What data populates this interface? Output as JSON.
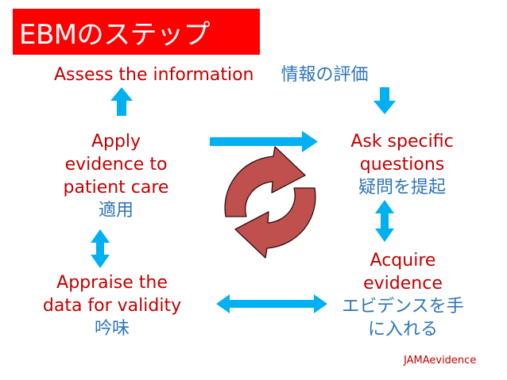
{
  "title": "EBMのステップ",
  "steps": {
    "assess": {
      "en": "Assess the information",
      "ja": "情報の評価"
    },
    "ask": {
      "en_line1": "Ask specific",
      "en_line2": "questions",
      "ja": "疑問を提起"
    },
    "acquire": {
      "en_line1": "Acquire",
      "en_line2": "evidence",
      "ja_line1": "エビデンスを手",
      "ja_line2": "に入れる"
    },
    "appraise": {
      "en_line1": "Appraise the",
      "en_line2": "data for validity",
      "ja": "吟味"
    },
    "apply": {
      "en_line1": "Apply",
      "en_line2": "evidence to",
      "en_line3": "patient care",
      "ja": "適用"
    }
  },
  "credit": "JAMAevidence",
  "colors": {
    "title_bg": "#ff0000",
    "english_text": "#c00000",
    "japanese_text": "#2e75b6",
    "arrow": "#00b0f0",
    "cycle_fill": "#c0504d"
  },
  "icons": [
    "cycle-arrows-icon",
    "arrow-right-icon",
    "arrow-down-icon",
    "arrow-up-icon",
    "double-arrow-vertical-icon",
    "double-arrow-horizontal-icon"
  ]
}
